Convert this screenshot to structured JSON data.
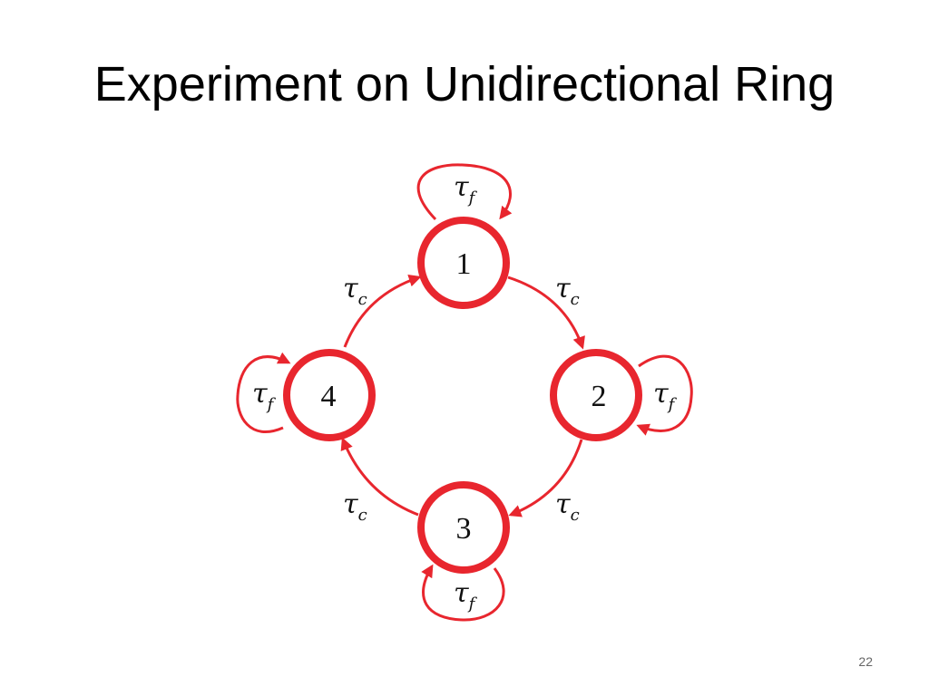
{
  "slide": {
    "title": "Experiment on Unidirectional Ring",
    "page_number": "22"
  },
  "diagram": {
    "accent_color": "#e8262e",
    "nodes": [
      {
        "id": "1",
        "label": "1"
      },
      {
        "id": "2",
        "label": "2"
      },
      {
        "id": "3",
        "label": "3"
      },
      {
        "id": "4",
        "label": "4"
      }
    ],
    "edges": [
      {
        "from": "1",
        "to": "2",
        "symbol": "τ",
        "subscript": "c"
      },
      {
        "from": "2",
        "to": "3",
        "symbol": "τ",
        "subscript": "c"
      },
      {
        "from": "3",
        "to": "4",
        "symbol": "τ",
        "subscript": "c"
      },
      {
        "from": "4",
        "to": "1",
        "symbol": "τ",
        "subscript": "c"
      }
    ],
    "self_loops": [
      {
        "node": "1",
        "symbol": "τ",
        "subscript": "f"
      },
      {
        "node": "2",
        "symbol": "τ",
        "subscript": "f"
      },
      {
        "node": "3",
        "symbol": "τ",
        "subscript": "f"
      },
      {
        "node": "4",
        "symbol": "τ",
        "subscript": "f"
      }
    ]
  }
}
